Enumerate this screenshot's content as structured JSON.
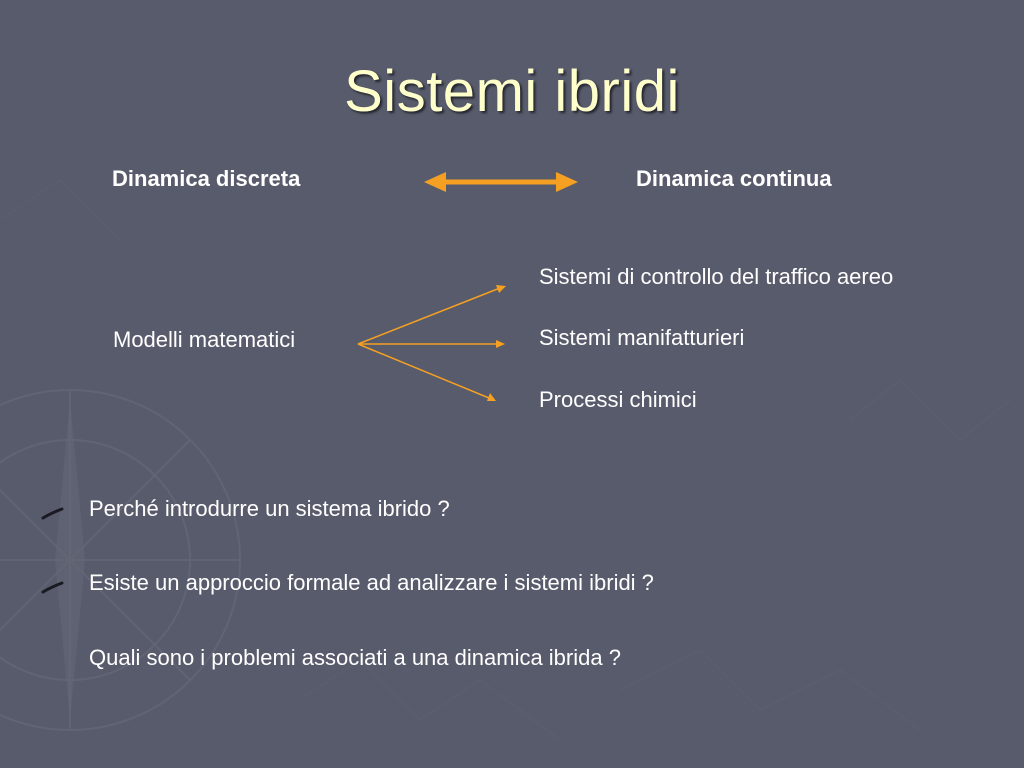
{
  "slide": {
    "title": "Sistemi ibridi",
    "left_label": "Dinamica discreta",
    "right_label": "Dinamica continua",
    "source_label": "Modelli matematici",
    "applications": [
      "Sistemi di controllo del traffico aereo",
      "Sistemi manifatturieri",
      "Processi chimici"
    ],
    "questions": [
      "Perché introdurre un sistema ibrido ?",
      "Esiste un approccio formale ad analizzare i sistemi ibridi ?",
      "Quali sono i problemi associati a una dinamica ibrida ?"
    ]
  },
  "colors": {
    "background": "#585b6b",
    "title": "#ffffcc",
    "text": "#ffffff",
    "accent_arrow": "#f5a023",
    "bullet": "#1a1a22"
  },
  "icons": {
    "double_arrow": "double-headed-arrow-icon",
    "branch_arrows": "branch-arrow-icon",
    "bullet": "pen-stroke-bullet-icon",
    "background": "compass-rose-icon"
  }
}
